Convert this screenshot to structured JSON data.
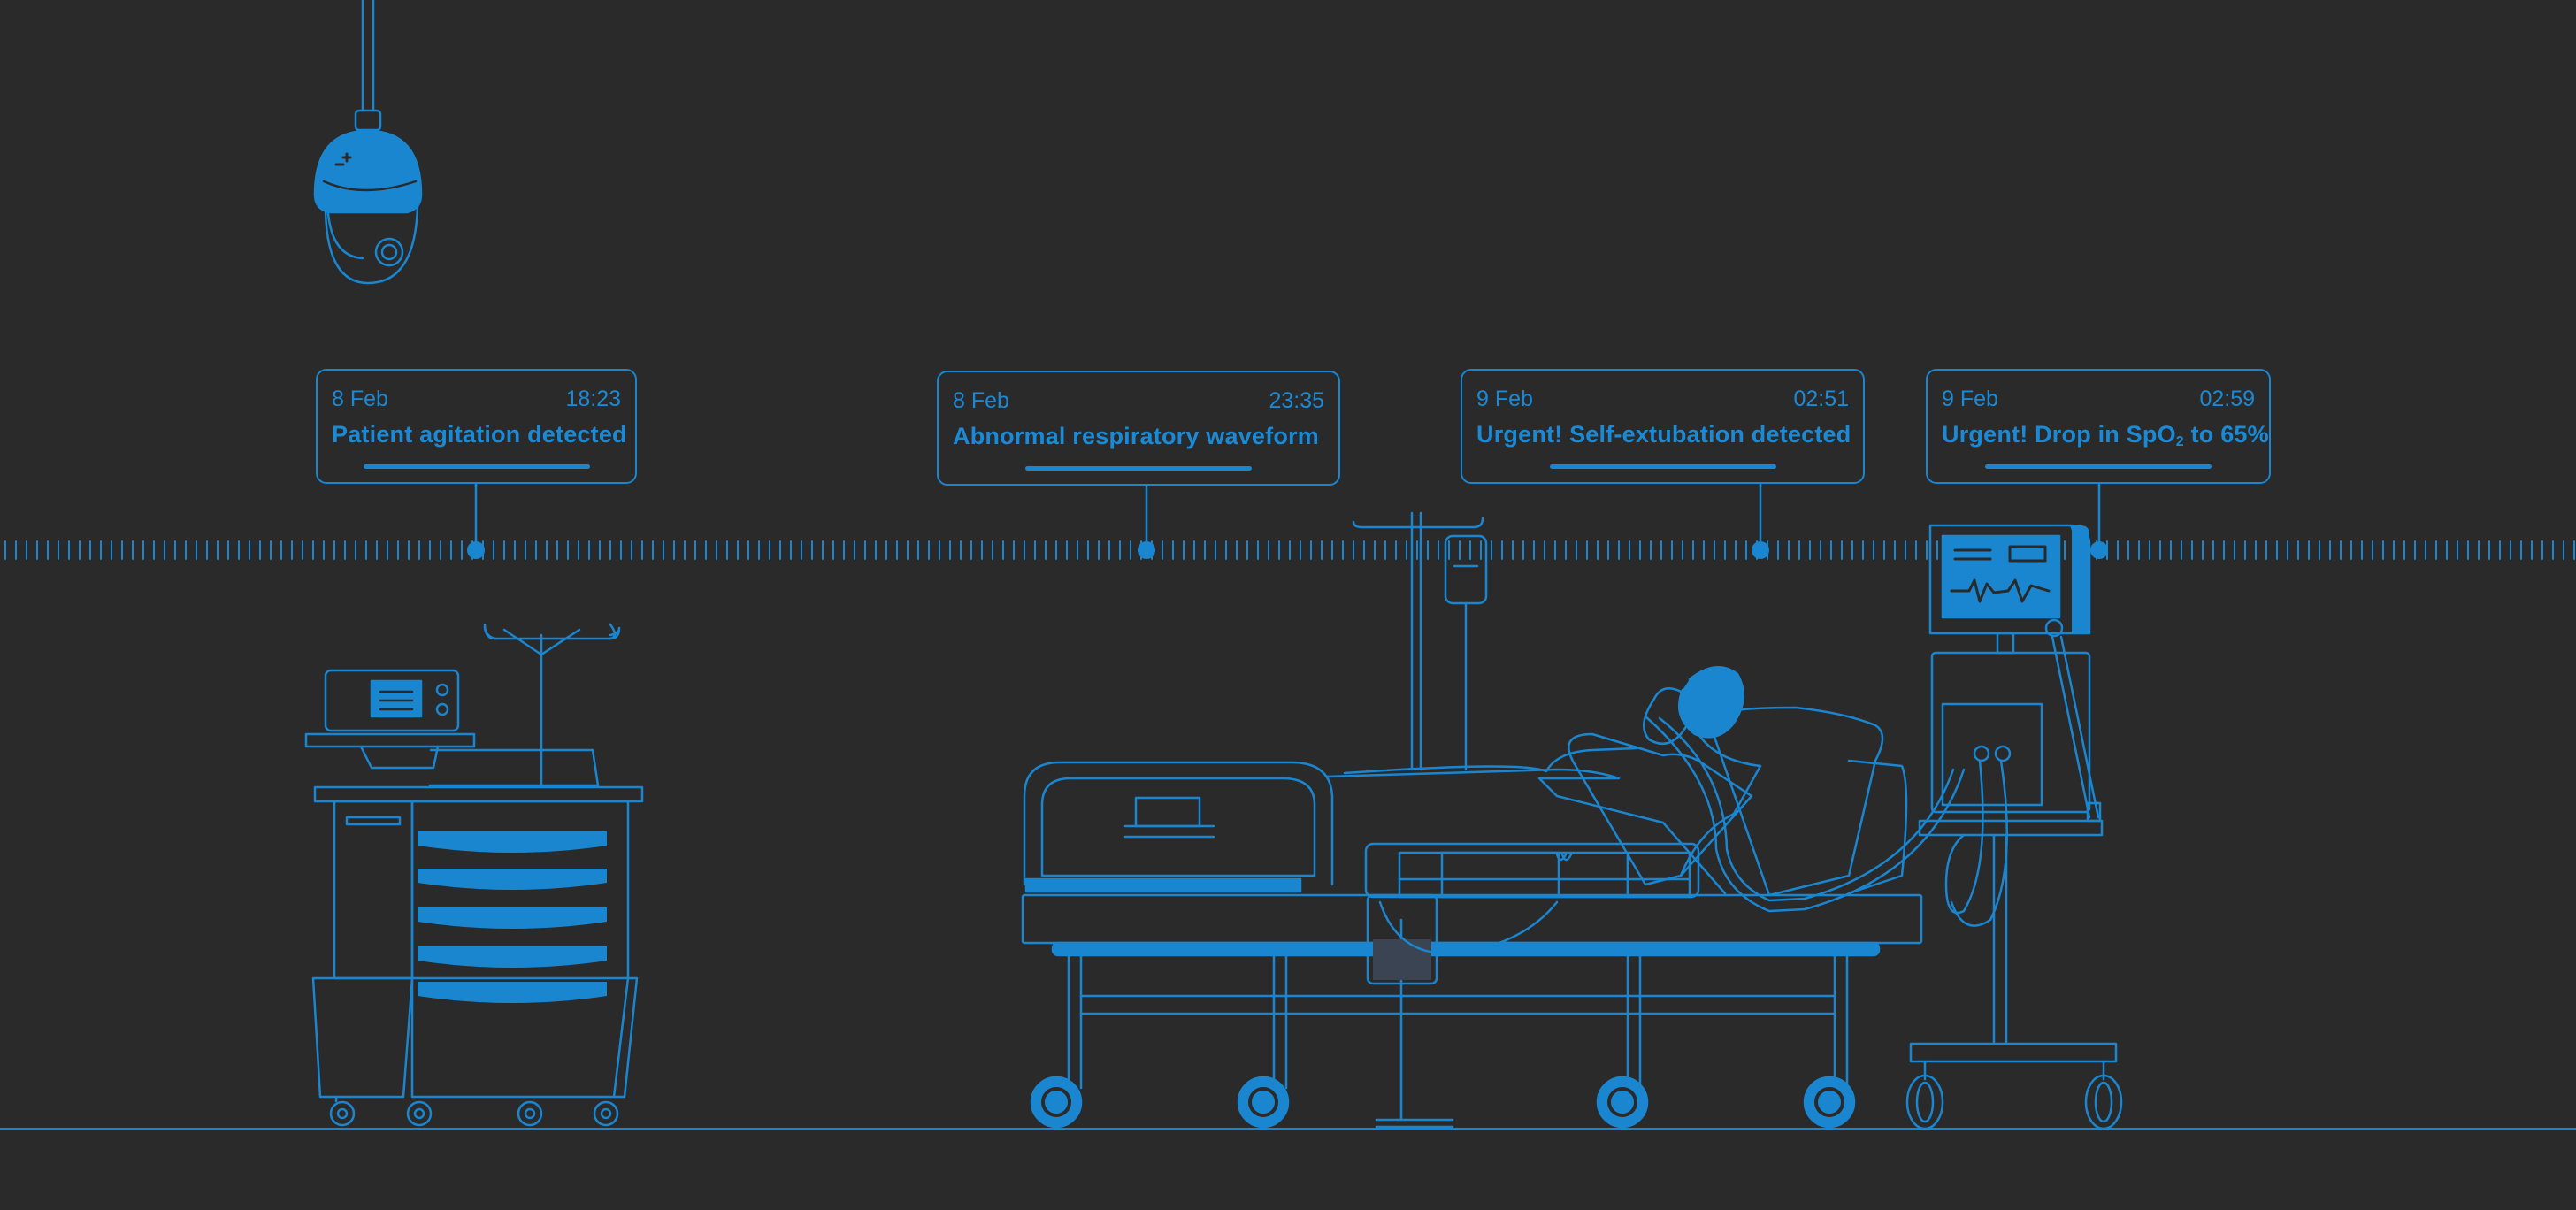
{
  "colors": {
    "background": "#2a2a2b",
    "accent": "#1a86d0"
  },
  "events": [
    {
      "date": "8 Feb",
      "time": "18:23",
      "title": "Patient agitation detected"
    },
    {
      "date": "8 Feb",
      "time": "23:35",
      "title": "Abnormal respiratory waveform"
    },
    {
      "date": "9 Feb",
      "time": "02:51",
      "title": "Urgent! Self-extubation detected"
    },
    {
      "date": "9 Feb",
      "time": "02:59",
      "title_before": "Urgent! Drop in SpO",
      "title_sub": "2",
      "title_after": " to 65%"
    }
  ]
}
